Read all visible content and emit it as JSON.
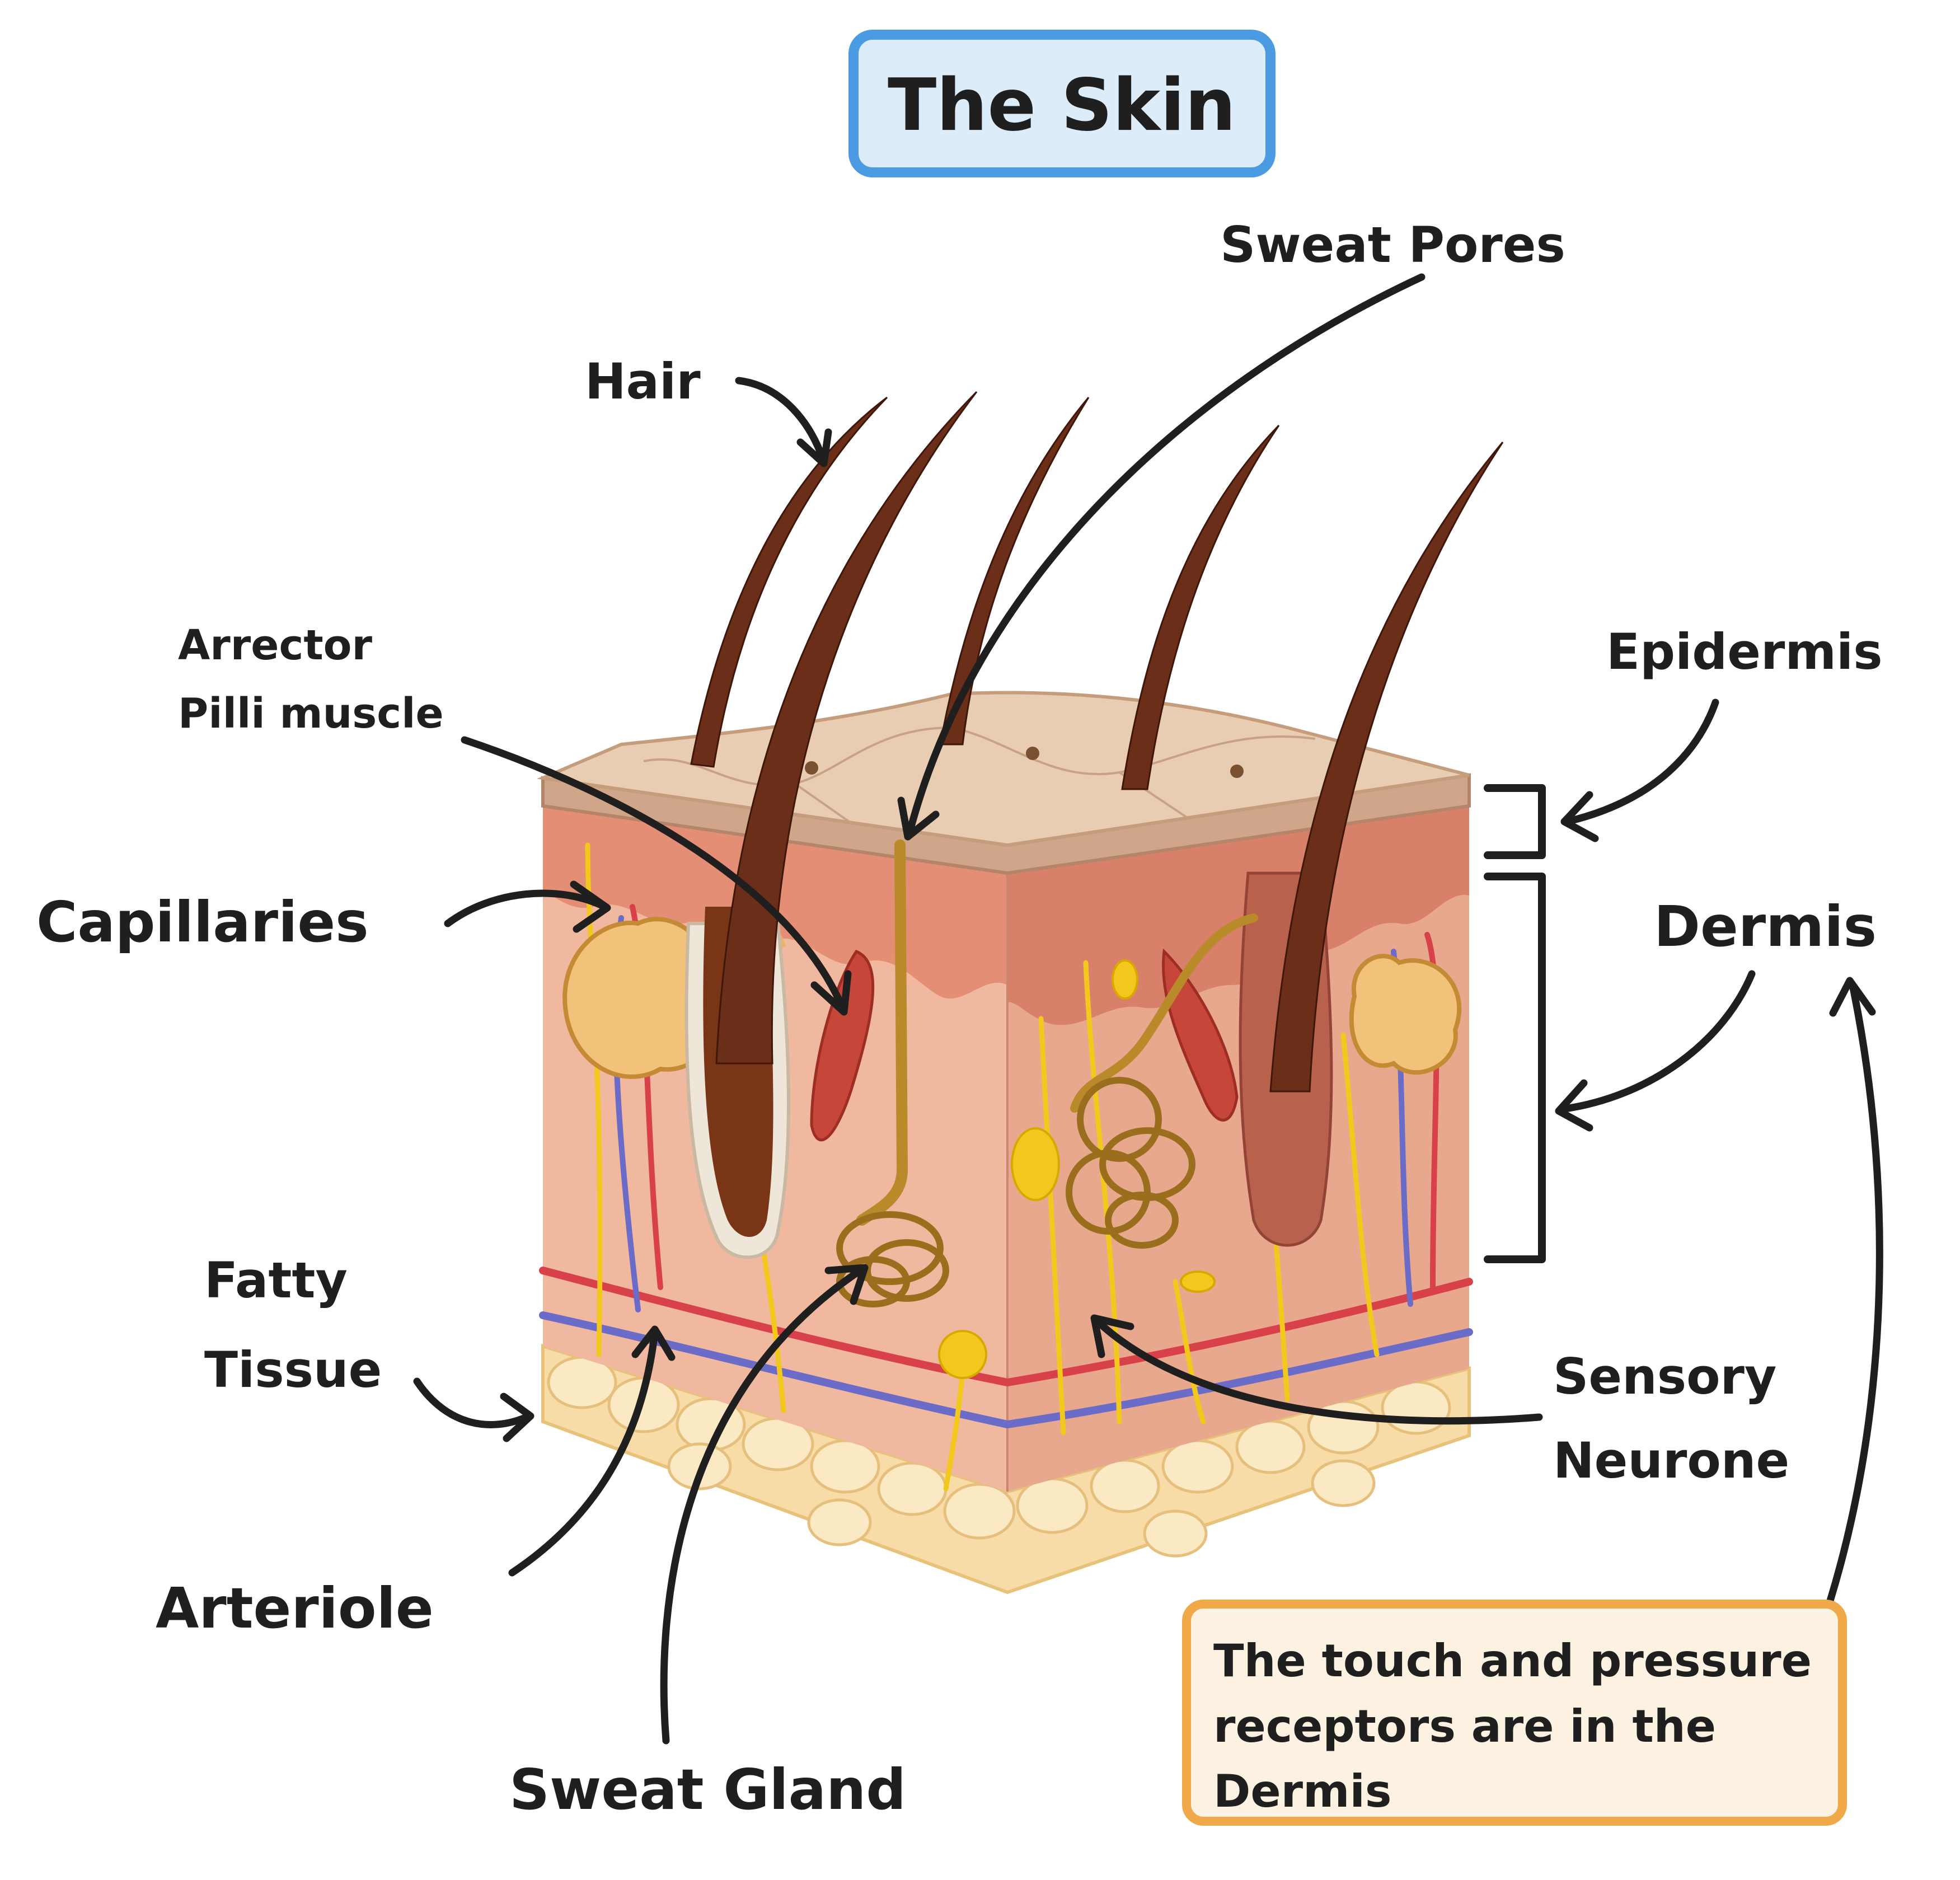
{
  "title": "The Skin",
  "labels": {
    "hair": "Hair",
    "sweat_pores": "Sweat Pores",
    "arrector_line1": "Arrector",
    "arrector_line2": "Pilli muscle",
    "epidermis": "Epidermis",
    "capillaries": "Capillaries",
    "dermis": "Dermis",
    "fatty_line1": "Fatty",
    "fatty_line2": "Tissue",
    "sensory_line1": "Sensory",
    "sensory_line2": "Neurone",
    "arteriole": "Arteriole",
    "sweat_gland": "Sweat Gland"
  },
  "note": {
    "line1": "The touch and pressure",
    "line2": "receptors are in the",
    "line3": "Dermis"
  },
  "colors": {
    "title_box_fill": "#dcecf9",
    "title_box_stroke": "#4a9be2",
    "note_box_fill": "#fdf2e2",
    "note_box_stroke": "#f0a848",
    "epidermis_top": "#e9cdb2",
    "epidermis_side": "#cfa68a",
    "dermis": "#f0b89e",
    "dermis_upper": "#e58e76",
    "fat": "#f7dca8",
    "hair": "#6b2e18",
    "sweat_duct": "#b88a2a",
    "nerve": "#f2c81c",
    "artery": "#d8404a",
    "vein": "#6b6cc8"
  }
}
